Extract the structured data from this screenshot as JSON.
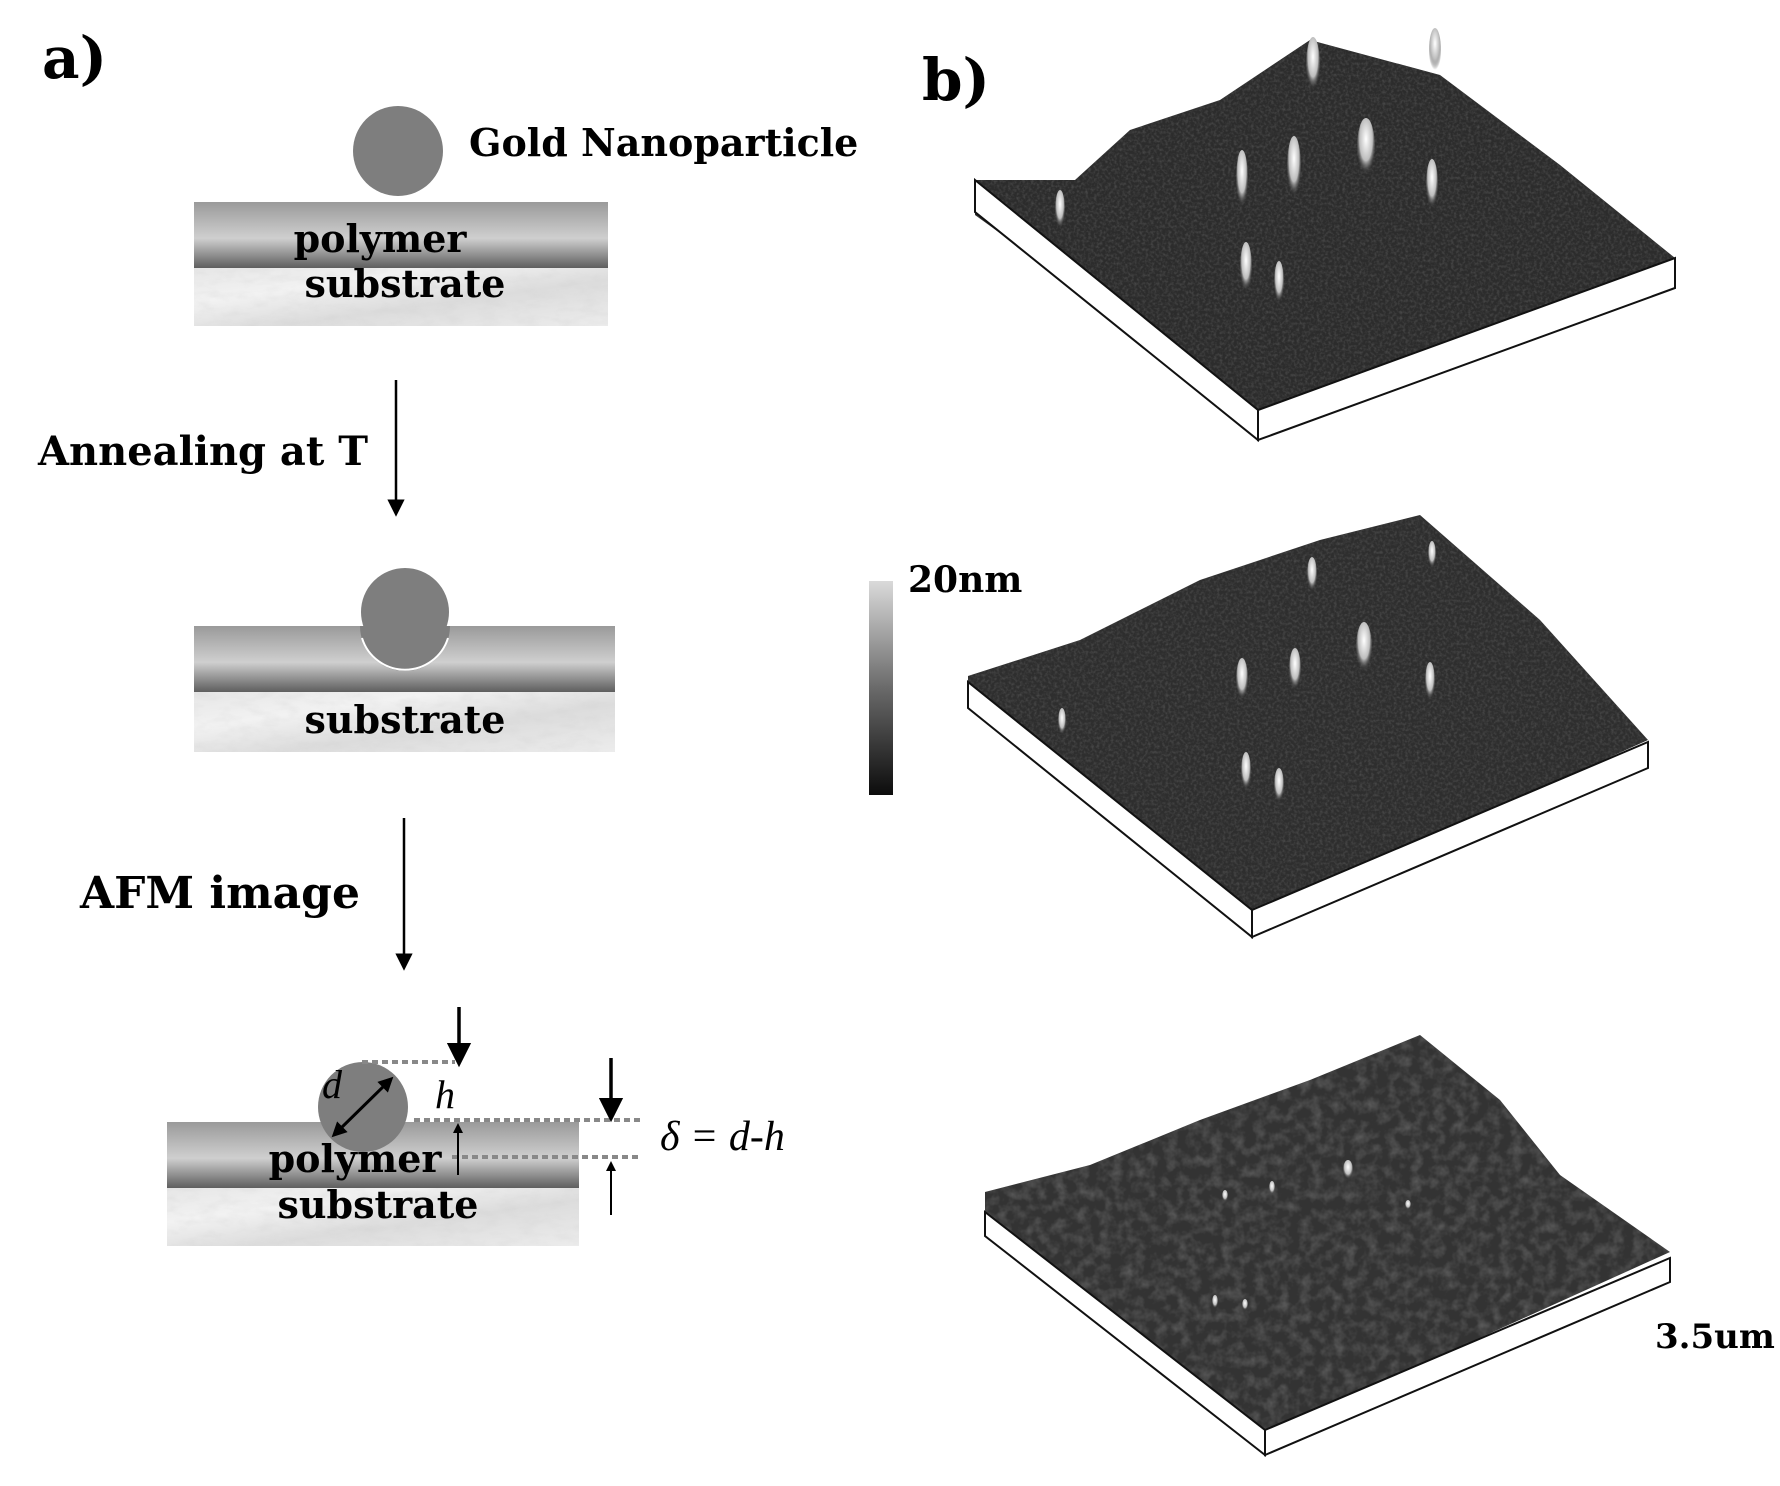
{
  "panel_a": {
    "label": "a)",
    "step1": {
      "particle_label": "Gold Nanoparticle",
      "layer_polymer": "polymer",
      "layer_substrate": "substrate"
    },
    "arrow1_label": "Annealing at T",
    "step2": {
      "layer_substrate": "substrate"
    },
    "arrow2_label": "AFM image",
    "step3": {
      "layer_polymer": "polymer",
      "layer_substrate": "substrate",
      "symbol_d": "d",
      "symbol_h": "h",
      "formula": "δ = d-h"
    }
  },
  "panel_b": {
    "label": "b)",
    "colorbar_max": "20nm",
    "scale_label": "3.5um"
  }
}
